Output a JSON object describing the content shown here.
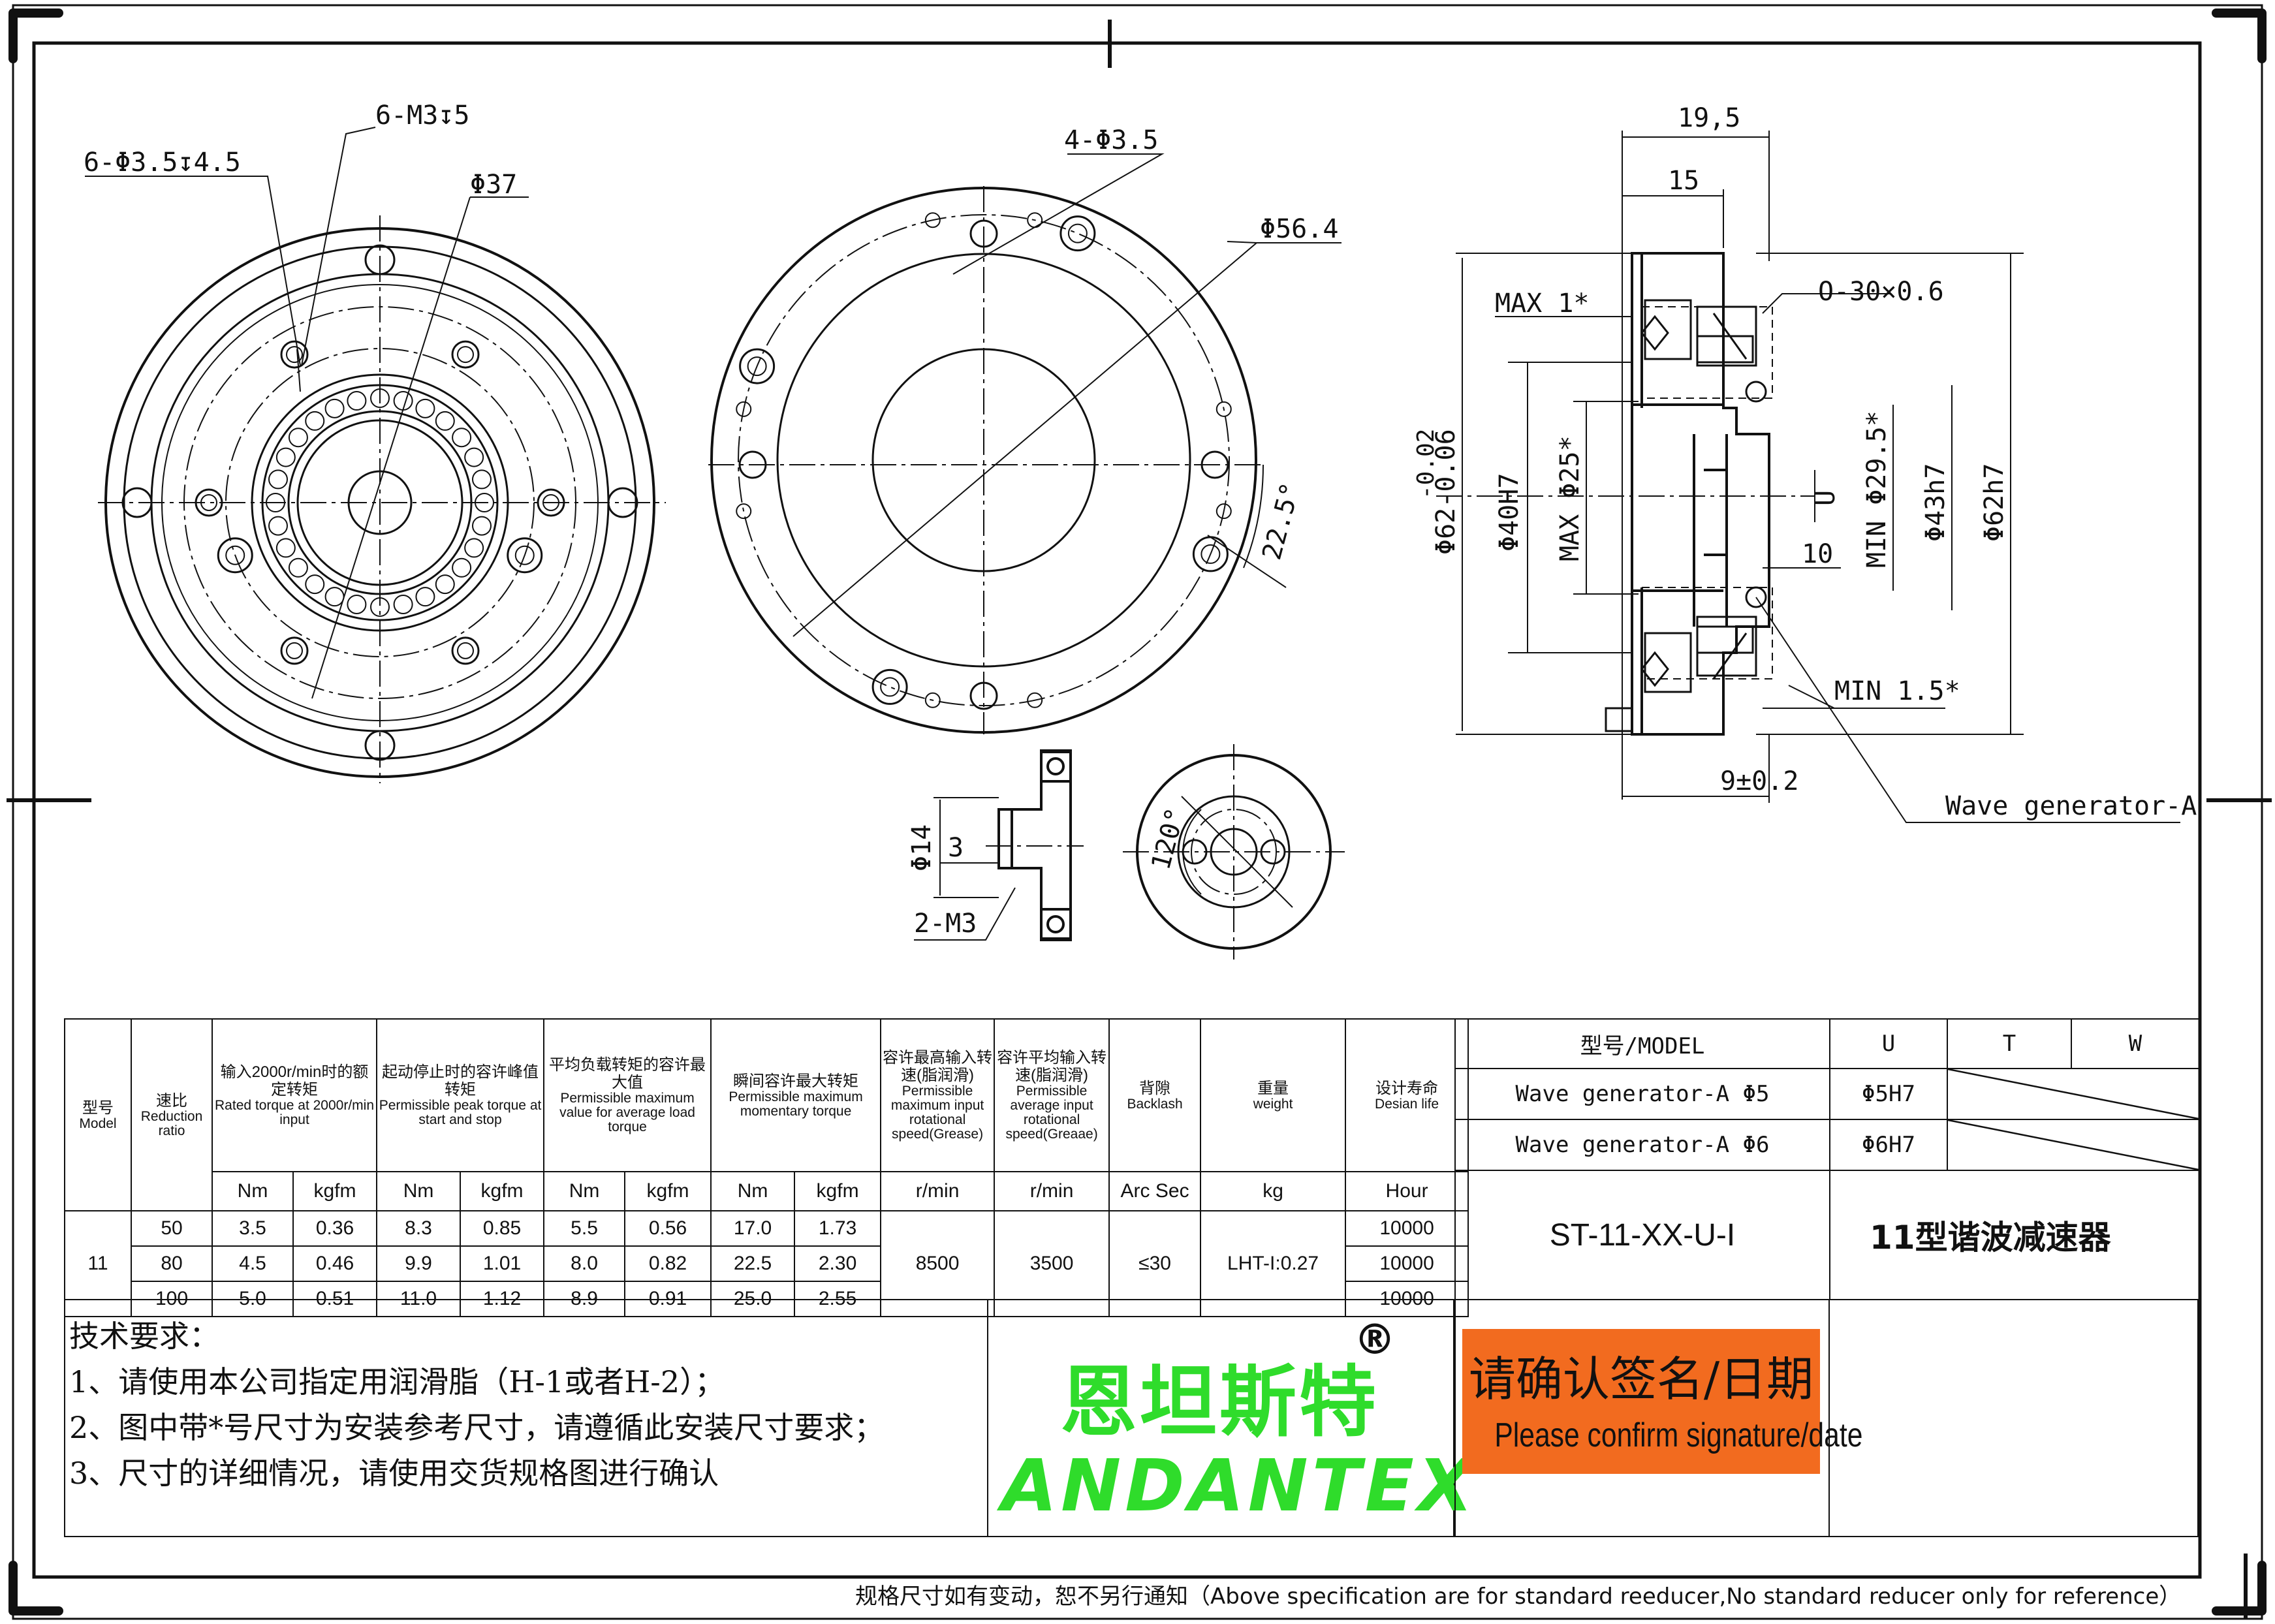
{
  "drawing": {
    "front_view": {
      "callouts": [
        "6-M3↧5",
        "6-Φ3.5↧4.5",
        "Φ37"
      ]
    },
    "back_view": {
      "callouts": [
        "4-Φ3.5",
        "Φ56.4",
        "22.5°"
      ]
    },
    "section_view": {
      "dims_top": [
        "19,5",
        "15"
      ],
      "dims_left": [
        "Φ62-0.06",
        "Φ40H7",
        "MAX Φ25*",
        "MAX 1*"
      ],
      "tol_upper": "-0.02",
      "dims_right": [
        "O-30×0.6",
        "U",
        "10",
        "MIN Φ29.5*",
        "Φ43h7",
        "Φ62h7",
        "MIN 1.5*"
      ],
      "dims_bottom": [
        "9±0.2"
      ],
      "wave_generator_label": "Wave generator-A"
    },
    "hub_section": {
      "dims": [
        "Φ14",
        "3",
        "2-M3"
      ]
    },
    "hub_end_view": {
      "dims": [
        "120°"
      ]
    }
  },
  "spec_table": {
    "headers": {
      "model": {
        "cn": "型号",
        "en": "Model"
      },
      "ratio": {
        "cn": "速比",
        "en": "Reduction ratio"
      },
      "rated_torque": {
        "cn": "输入2000r/min时的额定转矩",
        "en": "Rated torque at 2000r/min input"
      },
      "peak_torque": {
        "cn": "起动停止时的容许峰值转矩",
        "en": "Permissible peak torque at start and stop"
      },
      "avg_torque": {
        "cn": "平均负载转矩的容许最大值",
        "en": "Permissible maximum value for average load torque"
      },
      "moment_torque": {
        "cn": "瞬间容许最大转矩",
        "en": "Permissible maximum momentary torque"
      },
      "max_speed": {
        "cn": "容许最高输入转速(脂润滑)",
        "en": "Permissible maximum input rotational speed(Grease)"
      },
      "avg_speed": {
        "cn": "容许平均输入转速(脂润滑)",
        "en": "Permissible average input rotational speed(Greaae)"
      },
      "backlash": {
        "cn": "背隙",
        "en": "Backlash"
      },
      "weight": {
        "cn": "重量",
        "en": "weight"
      },
      "life": {
        "cn": "设计寿命",
        "en": "Desian life"
      }
    },
    "units": [
      "Nm",
      "kgfm",
      "Nm",
      "kgfm",
      "Nm",
      "kgfm",
      "Nm",
      "kgfm",
      "r/min",
      "r/min",
      "Arc Sec",
      "kg",
      "Hour"
    ],
    "model": "11",
    "max_speed": "8500",
    "avg_speed": "3500",
    "backlash": "≤30",
    "weight": "LHT-I:0.27",
    "rows": [
      {
        "ratio": "50",
        "values": [
          "3.5",
          "0.36",
          "8.3",
          "0.85",
          "5.5",
          "0.56",
          "17.0",
          "1.73"
        ],
        "life": "10000"
      },
      {
        "ratio": "80",
        "values": [
          "4.5",
          "0.46",
          "9.9",
          "1.01",
          "8.0",
          "0.82",
          "22.5",
          "2.30"
        ],
        "life": "10000"
      },
      {
        "ratio": "100",
        "values": [
          "5.0",
          "0.51",
          "11.0",
          "1.12",
          "8.9",
          "0.91",
          "25.0",
          "2.55"
        ],
        "life": "10000"
      }
    ]
  },
  "model_table": {
    "header": "型号/MODEL",
    "columns": [
      "U",
      "T",
      "W"
    ],
    "rows": [
      {
        "label": "Wave generator-A Φ5",
        "u": "Φ5H7"
      },
      {
        "label": "Wave generator-A Φ6",
        "u": "Φ6H7"
      }
    ],
    "part_number": "ST-11-XX-U-I",
    "part_name": "11型谐波减速器"
  },
  "notes": {
    "title": "技术要求：",
    "items": [
      "1、请使用本公司指定用润滑脂（H-1或者H-2）；",
      "2、图中带*号尺寸为安装参考尺寸，请遵循此安装尺寸要求；",
      "3、尺寸的详细情况，请使用交货规格图进行确认"
    ]
  },
  "logo": {
    "cn": "恩坦斯特",
    "en": "ANDANTEX",
    "mark": "®",
    "color": "#2fdc2b"
  },
  "sign": {
    "cn": "请确认签名/日期",
    "en": "Please confirm signature/date",
    "color": "#f26b1f"
  },
  "footer": "规格尺寸如有变动，恕不另行通知（Above specification are for standard reeducer,No standard reducer only for reference）"
}
